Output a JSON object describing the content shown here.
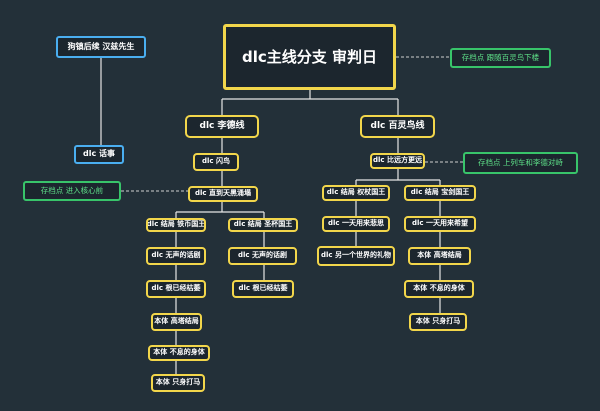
{
  "root": {
    "title": "dlc主线分支 审判日"
  },
  "branches": {
    "li_de": {
      "title": "dlc 李德线",
      "items": [
        "dlc 闪鸟",
        "dlc 直到天黑涌塌"
      ],
      "left_path": [
        "dlc 结局 铁币国王",
        "dlc 无声的话剧",
        "dlc 根已经枯萎",
        "本体 高塔结局",
        "本体 不息的身体",
        "本体 只身打马"
      ],
      "right_path": [
        "dlc 结局 圣杯国王",
        "dlc 无声的话剧",
        "dlc 根已经枯萎"
      ]
    },
    "bai_ling": {
      "title": "dlc 百灵鸟线",
      "items": [
        "dlc 比远方更远"
      ],
      "left_path": [
        "dlc 结局 权杖国王",
        "dlc 一天用来悲思",
        "dlc 另一个世界的礼物"
      ],
      "right_path": [
        "dlc 结局 宝剑国王",
        "dlc 一天用来希望",
        "本体 高塔结局",
        "本体 不息的身体",
        "本体 只身打马"
      ]
    }
  },
  "notes": {
    "top_left": "狗镇后续 汉兹先生",
    "dlc_talk": "dlc 话事",
    "save_baiyuan": "存档点 跟随百灵鸟下楼",
    "save_core": "存档点 进入核心前",
    "save_train": "存档点 上列车和李德对峙"
  },
  "colors": {
    "background": "#233039",
    "node_border": "#f2d64b",
    "save_note": "#38c46a",
    "info_note": "#4aaef0",
    "connector": "#e6e6e6"
  }
}
